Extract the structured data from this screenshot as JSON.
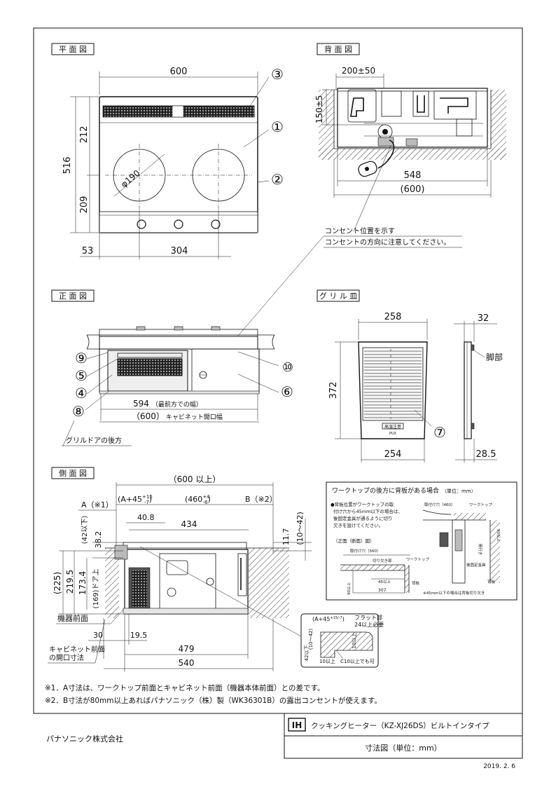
{
  "views": {
    "plan": "平 面 図",
    "back": "背 面 図",
    "front": "正 面 図",
    "grill": "グ リ ル 皿",
    "side": "側 面 図"
  },
  "plan": {
    "width": "600",
    "depth": "516",
    "top_section": "212",
    "bottom_section": "209",
    "burner_dia": "φ190",
    "left_margin": "53",
    "burner_pitch": "304",
    "callouts": [
      "①",
      "②",
      "③"
    ]
  },
  "back": {
    "outlet_span": "200±50",
    "outlet_height": "150±5",
    "body_width": "548",
    "opening": "(600)"
  },
  "outlet_note": [
    "コンセント位置を示す",
    "コンセントの方向に注意してください。"
  ],
  "front": {
    "width_front": "594",
    "width_front_note": "（最前方での幅）",
    "cabinet": "（600）",
    "cabinet_note": "キャビネット開口幅",
    "grill_door_note": "グリルドアの後方",
    "callouts": [
      "④",
      "⑤",
      "⑥",
      "⑧",
      "⑨",
      "⑩"
    ]
  },
  "grill": {
    "width_top": "258",
    "width_bottom": "254",
    "height": "372",
    "thickness": "32",
    "leg_offset": "28.5",
    "leg_label": "脚部",
    "callout": "⑦",
    "plate_label": "高温注意",
    "plate_mark": "PUX"
  },
  "side": {
    "overall": "（600 以上）",
    "a_label": "A（※1）",
    "b_label": "B（※2）",
    "a_dim": "(A+45",
    "a_tol_top": "+15",
    "a_tol_bottom": "-7",
    "a_close": ")",
    "c_dim": "(460",
    "c_tol_top": "+4",
    "c_tol_bottom": "-6",
    "c_close": ")",
    "d_408": "40.8",
    "d_434": "434",
    "d_382": "38.2",
    "d_42": "(42以下)",
    "d_117": "11.7",
    "d_1042": "(10～42)",
    "d_225": "(225)",
    "d_2195": "219.5",
    "d_1734": "173.4",
    "d_169": "(169)ドア上",
    "front_label": "機器前面",
    "d_30": "30",
    "d_195": "19.5",
    "d_479": "479",
    "d_540": "540",
    "cabinet_front": [
      "キャビネット前面",
      "の開口寸法"
    ]
  },
  "detail_top": {
    "a45": "(A+45",
    "a45_tol": "+15/-7",
    "a45_close": ")",
    "flat": [
      "フラット部",
      "24以上必要"
    ],
    "d_1042": "(10～42)",
    "d_10": "10以上",
    "d_42": "42以下",
    "d_10b": "10以上",
    "c10": "C10以上でも可"
  },
  "worktop": {
    "title": "ワークトップの後方に背板がある場合",
    "unit": "（単位：mm）",
    "note": [
      "●背板位置がワークトップの取",
      "付け穴から45mm以下の場合は、",
      "後固定金具が通るように切り",
      "欠きを設けてください。"
    ],
    "section_label": "（正面（断面）図）",
    "hole_460": "取付け穴（460）",
    "worktop_a": "ワークトップ",
    "hole_560": "取付け穴（560）",
    "cut": "切り欠き部",
    "worktop_b": "ワークトップ",
    "d_45": "45以上",
    "back_plate": "背板",
    "d_90": "90以上",
    "d_307": "307",
    "fixture": "後固定金具",
    "d_90b": "90以上",
    "depth_label": "奥行き",
    "back_plate_b": "背板",
    "note_bottom": "※45mm以下の場合は背板切り欠き"
  },
  "notes": [
    "※1．A寸法は、ワークトップ前面とキャビネット前面（機器本体前面）との差です。",
    "※2．B寸法が80mm以上あればパナソニック（株）製（WK36301B）の露出コンセントが使えます。"
  ],
  "title_block": {
    "brand": "IH",
    "product": "クッキングヒーター（KZ-XJ26DS）ビルトインタイプ",
    "drawing": "寸法図（単位：mm）",
    "company": "パナソニック株式会社",
    "date": "2019. 2. 6"
  }
}
